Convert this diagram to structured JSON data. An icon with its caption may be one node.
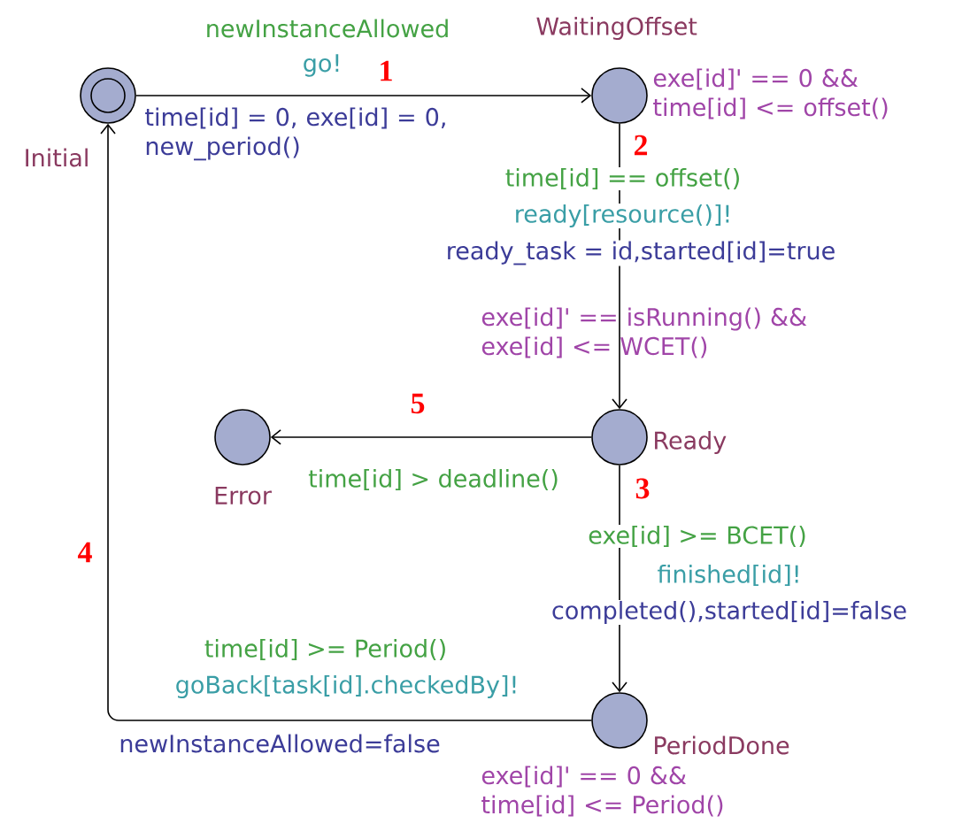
{
  "diagram": {
    "nodes": [
      {
        "text": [],
        "shape": "circle",
        "beside": [
          "Initial"
        ]
      },
      {
        "text": [],
        "shape": "circle",
        "beside": [
          "WaitingOffset",
          "exe[id]' == 0 && time[id] <= offset()"
        ]
      },
      {
        "text": [],
        "shape": "circle",
        "beside": [
          "Error"
        ]
      },
      {
        "text": [],
        "shape": "circle",
        "beside": [
          "Ready",
          "exe[id]' == isRunning() && exe[id] <= WCET()"
        ]
      },
      {
        "text": [],
        "shape": "circle",
        "beside": [
          "PeriodDone",
          "exe[id]' == 0 && time[id] <= Period()"
        ]
      }
    ],
    "edges": [
      {
        "from": 0,
        "to": 1,
        "arrow": "to",
        "label": "1"
      },
      {
        "from": 1,
        "to": 3,
        "arrow": "to",
        "label": "2"
      },
      {
        "from": 3,
        "to": 2,
        "arrow": "to",
        "label": "5"
      },
      {
        "from": 3,
        "to": 4,
        "arrow": "to",
        "label": "3"
      },
      {
        "from": 4,
        "to": 0,
        "arrow": "to",
        "label": "4"
      }
    ],
    "labels": [
      "newInstanceAllowed",
      "go!",
      "time[id] = 0, exe[id] = 0, new_period()",
      "time[id] == offset()",
      "ready[resource()]!",
      "ready_task = id,started[id]=true",
      "time[id] > deadline()",
      "exe[id] >= BCET()",
      "finished[id]!",
      "completed(),started[id]=false",
      "time[id] >= Period()",
      "goBack[task[id].checkedBy]!",
      "newInstanceAllowed=false"
    ]
  }
}
